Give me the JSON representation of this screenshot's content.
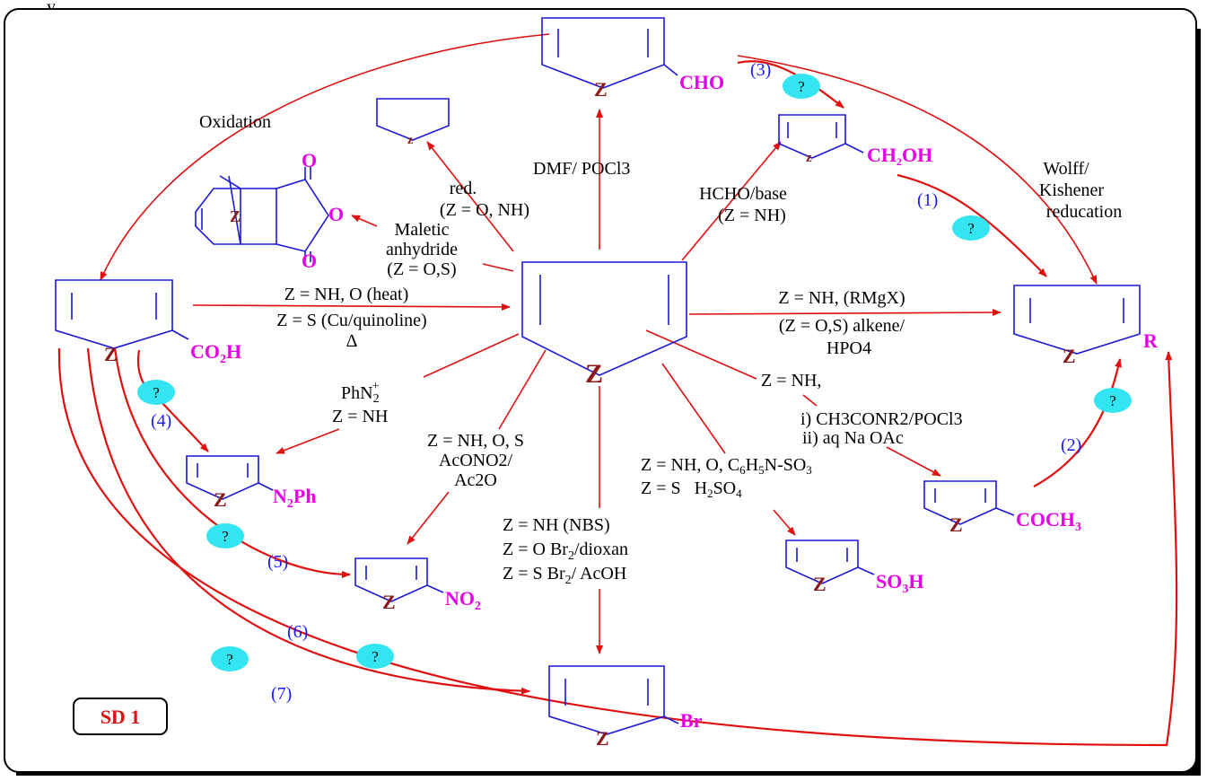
{
  "header_fragment": "y",
  "badge": "SD 1",
  "center": {
    "z": "Z"
  },
  "products": {
    "cho": {
      "z": "Z",
      "group": "CHO"
    },
    "ch2oh": {
      "z": "z",
      "group_a": "CH",
      "group_sub": "2",
      "group_b": "OH"
    },
    "co2h": {
      "z": "Z",
      "group_a": "CO",
      "group_sub": "2",
      "group_b": "H"
    },
    "r": {
      "z": "Z",
      "group": "R"
    },
    "n2ph": {
      "z": "Z",
      "group_a": "N",
      "group_sub": "2",
      "group_b": "Ph"
    },
    "no2": {
      "z": "Z",
      "group_a": "NO",
      "group_sub": "2"
    },
    "so3h": {
      "z": "Z",
      "group_a": "SO",
      "group_sub": "3",
      "group_b": "H"
    },
    "coch3": {
      "z": "Z",
      "group_a": "COCH",
      "group_sub": "3"
    },
    "br": {
      "z": "Z",
      "group": "Br"
    },
    "thf": {
      "z": "z"
    },
    "adduct": {
      "z": "Z",
      "o_top": "O",
      "o_ring": "O",
      "o_bottom": "O"
    }
  },
  "reagents": {
    "oxidation": "Oxidation",
    "dmf": "DMF/ POCl3",
    "red_1": "red.",
    "red_2": "(Z = O, NH)",
    "hcho_1": "HCHO/base",
    "hcho_2": "(Z = NH)",
    "wolff_1": "Wolff/",
    "wolff_2": "Kishener",
    "wolff_3": "reducation",
    "maleic_1": "Maletic",
    "maleic_2": "anhydride",
    "maleic_3": "(Z = O,S)",
    "decarb_1": "Z = NH, O (heat)",
    "decarb_2": "Z = S (Cu/quinoline)",
    "decarb_3": "Δ",
    "alkyl_1": "Z = NH, (RMgX)",
    "alkyl_2": "(Z = O,S) alkene/",
    "alkyl_3": "HPO4",
    "acyl_1": "Z = NH,",
    "acyl_2": "i) CH3CONR2/POCl3",
    "acyl_3": "ii) aq Na OAc",
    "azo_1": "PhN",
    "azo_sub": "2",
    "azo_sup": "+",
    "azo_2": "Z = NH",
    "nitro_1": "Z = NH, O, S",
    "nitro_2": "AcONO2/",
    "nitro_3": "Ac2O",
    "sulf_1a": "Z = NH, O, C",
    "sulf_1s1": "6",
    "sulf_1b": "H",
    "sulf_1s2": "5",
    "sulf_1c": "N-SO",
    "sulf_1s3": "3",
    "sulf_2a": "Z = S   H",
    "sulf_2s1": "2",
    "sulf_2b": "SO",
    "sulf_2s2": "4",
    "brom_1": "Z = NH (NBS)",
    "brom_2a": "Z = O Br",
    "brom_2s": "2",
    "brom_2b": "/dioxan",
    "brom_3a": "Z = S Br",
    "brom_3s": "2",
    "brom_3b": "/ AcOH"
  },
  "steps": [
    "(1)",
    "(2)",
    "(3)",
    "(4)",
    "(5)",
    "(6)",
    "(7)"
  ],
  "question_mark": "?",
  "colors": {
    "ring": "#1a1ad6",
    "arrow": "#e01010",
    "substituent": "#e600e6",
    "heteroatom": "#8b1a1a",
    "step": "#1a1aff",
    "bubble": "#33e5f0"
  }
}
